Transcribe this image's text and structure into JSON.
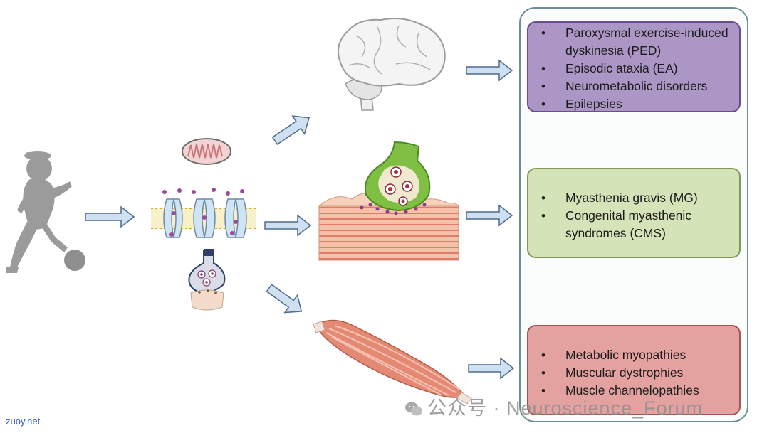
{
  "colors": {
    "arrow_fill": "#cfe0f2",
    "arrow_stroke": "#4f6b8a",
    "brain_box": "#ab96c6",
    "nmj_box": "#d5e3b9",
    "muscle_box": "#e3a1a0"
  },
  "icons": [
    "person-kicking-ball-icon",
    "mitochondrion-icon",
    "ion-channel-membrane-icon",
    "synapse-icon",
    "brain-icon",
    "neuromuscular-junction-icon",
    "skeletal-muscle-icon"
  ],
  "boxes": {
    "brain": {
      "items": [
        "Paroxysmal exercise-induced dyskinesia (PED)",
        "Episodic ataxia (EA)",
        "Neurometabolic disorders",
        "Epilepsies"
      ]
    },
    "nmj": {
      "items": [
        "Myasthenia gravis (MG)",
        "Congenital myasthenic syndromes (CMS)"
      ]
    },
    "muscle": {
      "items": [
        "Metabolic myopathies",
        "Muscular dystrophies",
        "Muscle channelopathies"
      ]
    }
  },
  "watermark": {
    "left": "zuoy.net",
    "right": "公众号 · Neuroscience_Forum"
  }
}
